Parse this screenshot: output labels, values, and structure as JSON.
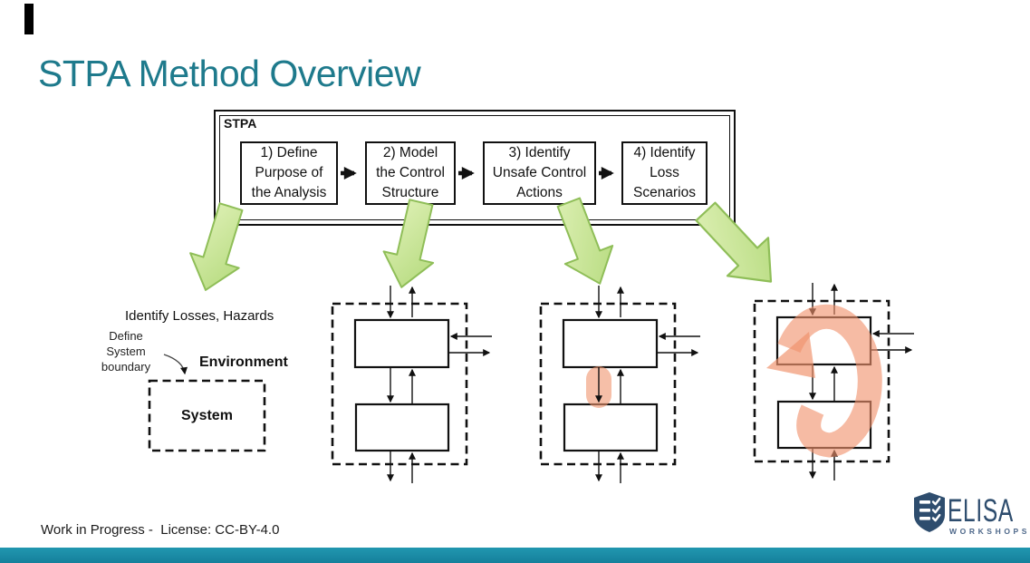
{
  "slide": {
    "title": "STPA Method Overview"
  },
  "stpa_flow": {
    "label": "STPA",
    "steps": [
      {
        "label": "1) Define\nPurpose of\nthe Analysis"
      },
      {
        "label": "2) Model\nthe Control\nStructure"
      },
      {
        "label": "3) Identify\nUnsafe Control\nActions"
      },
      {
        "label": "4) Identify\nLoss\nScenarios"
      }
    ]
  },
  "step1_detail": {
    "caption": "Identify Losses, Hazards",
    "boundary_note_lines": [
      "Define",
      "System",
      "boundary"
    ],
    "environment_label": "Environment",
    "system_label": "System"
  },
  "footer": {
    "license_text": "Work in Progress -  License: CC-BY-4.0"
  },
  "logo": {
    "title": "ELISA",
    "subtitle": "WORKSHOPS"
  },
  "colors": {
    "title_teal": "#1e7a8c",
    "footer_bar_teal": "#1b8ca7",
    "arrow_green_fill": "#cfe6a0",
    "arrow_green_border": "#8fbe58",
    "highlight_orange": "#f0946e",
    "logo_navy": "#2e4d6e"
  }
}
